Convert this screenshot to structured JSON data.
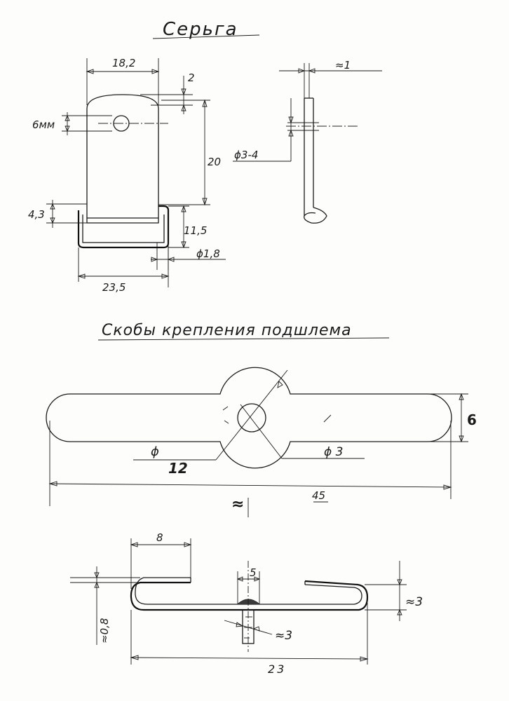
{
  "sections": {
    "earring": {
      "title": "Серьга",
      "dims": {
        "width_top": "18,2",
        "gap_top": "2",
        "hole_offset": "6мм",
        "length": "20",
        "hole_diam": "ϕ3-4",
        "bottom_height": "4,3",
        "loop_height": "11,5",
        "wire_diam": "ϕ1,8",
        "width_bottom": "23,5",
        "thickness": "≈1"
      }
    },
    "brackets": {
      "title": "Скобы крепления подшлема",
      "dims": {
        "height": "6",
        "diam_prefix": "ϕ",
        "diam_outer": "12",
        "diam_inner": "ϕ 3",
        "approx_sign": "≈",
        "total_length": "45",
        "tab_length": "8",
        "rivet_width": "5",
        "thickness": "≈0,8",
        "height_side": "≈3",
        "rivet_length": "≈3",
        "bottom_length": "23"
      }
    }
  }
}
